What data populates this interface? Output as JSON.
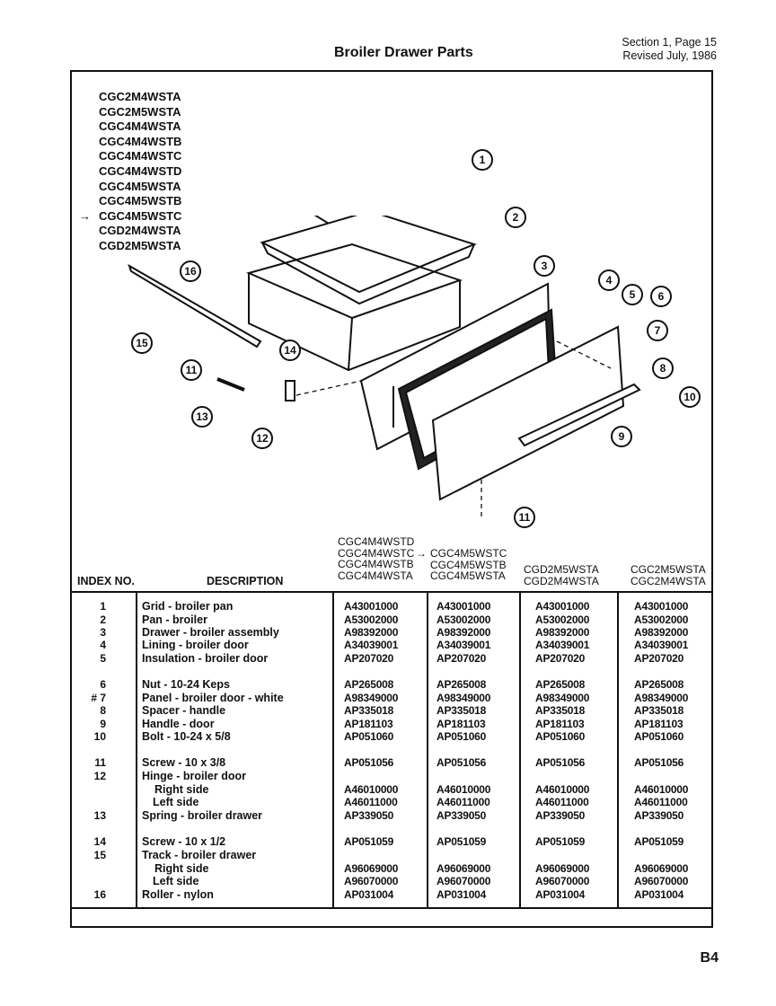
{
  "header": {
    "title": "Broiler Drawer Parts",
    "section": "Section 1, Page 15",
    "revised": "Revised July, 1986"
  },
  "models": [
    "CGC2M4WSTA",
    "CGC2M5WSTA",
    "CGC4M4WSTA",
    "CGC4M4WSTB",
    "CGC4M4WSTC",
    "CGC4M4WSTD",
    "CGC4M5WSTA",
    "CGC4M5WSTB",
    "CGC4M5WSTC",
    "CGD2M4WSTA",
    "CGD2M5WSTA"
  ],
  "callouts": [
    "1",
    "2",
    "3",
    "4",
    "5",
    "6",
    "7",
    "8",
    "9",
    "10",
    "11",
    "12",
    "13",
    "14",
    "15",
    "16",
    "11"
  ],
  "table": {
    "index_header": "INDEX NO.",
    "desc_header": "DESCRIPTION",
    "col1": [
      "CGC4M4WSTD",
      "CGC4M4WSTC",
      "CGC4M4WSTB",
      "CGC4M4WSTA"
    ],
    "col2": [
      "CGC4M5WSTC",
      "CGC4M5WSTB",
      "CGC4M5WSTA"
    ],
    "col3": [
      "CGD2M5WSTA",
      "CGD2M4WSTA"
    ],
    "col4": [
      "CGC2M5WSTA",
      "CGC2M4WSTA"
    ],
    "rows": [
      {
        "idx": "1",
        "desc": "Grid - broiler pan",
        "c1": "A43001000",
        "c2": "A43001000",
        "c3": "A43001000",
        "c4": "A43001000"
      },
      {
        "idx": "2",
        "desc": "Pan - broiler",
        "c1": "A53002000",
        "c2": "A53002000",
        "c3": "A53002000",
        "c4": "A53002000"
      },
      {
        "idx": "3",
        "desc": "Drawer - broiler assembly",
        "c1": "A98392000",
        "c2": "A98392000",
        "c3": "A98392000",
        "c4": "A98392000"
      },
      {
        "idx": "4",
        "desc": "Lining - broiler door",
        "c1": "A34039001",
        "c2": "A34039001",
        "c3": "A34039001",
        "c4": "A34039001"
      },
      {
        "idx": "5",
        "desc": "Insulation - broiler door",
        "c1": "AP207020",
        "c2": "AP207020",
        "c3": "AP207020",
        "c4": "AP207020"
      },
      {
        "idx": "6",
        "desc": "Nut - 10-24 Keps",
        "c1": "AP265008",
        "c2": "AP265008",
        "c3": "AP265008",
        "c4": "AP265008"
      },
      {
        "idx": "# 7",
        "desc": "Panel - broiler door - white",
        "c1": "A98349000",
        "c2": "A98349000",
        "c3": "A98349000",
        "c4": "A98349000"
      },
      {
        "idx": "8",
        "desc": "Spacer - handle",
        "c1": "AP335018",
        "c2": "AP335018",
        "c3": "AP335018",
        "c4": "AP335018"
      },
      {
        "idx": "9",
        "desc": "Handle - door",
        "c1": "AP181103",
        "c2": "AP181103",
        "c3": "AP181103",
        "c4": "AP181103"
      },
      {
        "idx": "10",
        "desc": "Bolt - 10-24 x 5/8",
        "c1": "AP051060",
        "c2": "AP051060",
        "c3": "AP051060",
        "c4": "AP051060"
      },
      {
        "idx": "11",
        "desc": "Screw - 10 x 3/8",
        "c1": "AP051056",
        "c2": "AP051056",
        "c3": "AP051056",
        "c4": "AP051056"
      },
      {
        "idx": "12",
        "desc": "Hinge - broiler door",
        "c1": "",
        "c2": "",
        "c3": "",
        "c4": ""
      },
      {
        "idx": "",
        "desc": "Right side",
        "c1": "A46010000",
        "c2": "A46010000",
        "c3": "A46010000",
        "c4": "A46010000"
      },
      {
        "idx": "",
        "desc": "Left side",
        "c1": "A46011000",
        "c2": "A46011000",
        "c3": "A46011000",
        "c4": "A46011000"
      },
      {
        "idx": "13",
        "desc": "Spring - broiler drawer",
        "c1": "AP339050",
        "c2": "AP339050",
        "c3": "AP339050",
        "c4": "AP339050"
      },
      {
        "idx": "14",
        "desc": "Screw - 10 x 1/2",
        "c1": "AP051059",
        "c2": "AP051059",
        "c3": "AP051059",
        "c4": "AP051059"
      },
      {
        "idx": "15",
        "desc": "Track - broiler drawer",
        "c1": "",
        "c2": "",
        "c3": "",
        "c4": ""
      },
      {
        "idx": "",
        "desc": "Right side",
        "c1": "A96069000",
        "c2": "A96069000",
        "c3": "A96069000",
        "c4": "A96069000"
      },
      {
        "idx": "",
        "desc": "Left side",
        "c1": "A96070000",
        "c2": "A96070000",
        "c3": "A96070000",
        "c4": "A96070000"
      },
      {
        "idx": "16",
        "desc": "Roller - nylon",
        "c1": "AP031004",
        "c2": "AP031004",
        "c3": "AP031004",
        "c4": "AP031004"
      }
    ]
  },
  "page_number": "B4"
}
